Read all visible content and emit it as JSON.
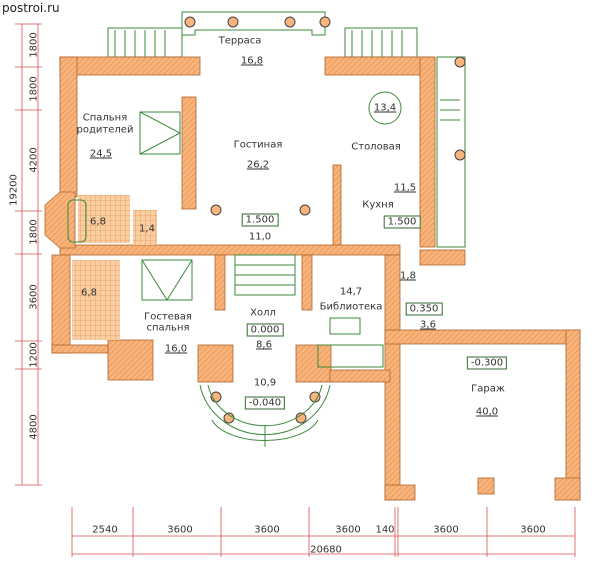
{
  "site": "postroi.ru",
  "rooms": {
    "terrace": {
      "name": "Терраса",
      "area": "16,8"
    },
    "parents_bedroom": {
      "name_line1": "Спальня",
      "name_line2": "родителей",
      "area": "24,5"
    },
    "living": {
      "name": "Гостиная",
      "area": "26,2"
    },
    "dining": {
      "name": "Столовая",
      "area": "13,4"
    },
    "kitchen": {
      "name": "Кухня",
      "area": "11,5",
      "level": "1.500"
    },
    "upper_hall": {
      "level": "1.500",
      "area": "11,0"
    },
    "bath1": {
      "area": "6,8"
    },
    "wc": {
      "area": "1,4"
    },
    "bath2": {
      "area": "6,8"
    },
    "library": {
      "name": "Библиотека",
      "area": "14,7"
    },
    "hall": {
      "name": "Холл",
      "level": "0.000",
      "area": "8,6"
    },
    "guest_bedroom": {
      "name_line1": "Гостевая",
      "name_line2": "спальня",
      "area": "16,0"
    },
    "porch": {
      "area": "10,9",
      "level": "-0.040"
    },
    "vestibule": {
      "level": "0.350",
      "area": "3,6"
    },
    "pantry": {
      "area": "1,8"
    },
    "garage": {
      "name": "Гараж",
      "area": "40,0",
      "level": "-0.300"
    }
  },
  "dimensions": {
    "left": [
      "1800",
      "1800",
      "4200",
      "1800",
      "3600",
      "1200",
      "4800"
    ],
    "left_total": "19200",
    "bottom": [
      "2540",
      "3600",
      "3600",
      "3600",
      "140",
      "3600",
      "3600"
    ],
    "bottom_total": "20680"
  },
  "colors": {
    "wall": "#f4a868",
    "line": "#3d8a3d",
    "dim": "#d9534f"
  }
}
